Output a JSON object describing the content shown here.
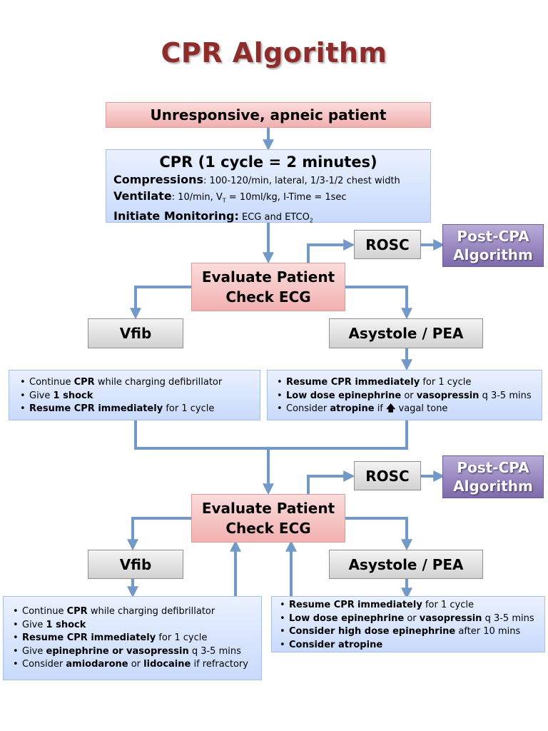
{
  "title": "CPR Algorithm",
  "start": "Unresponsive, apneic patient",
  "cpr": {
    "heading": "CPR (1 cycle = 2 minutes)",
    "lines": [
      {
        "label": "Compressions",
        "text": ": 100-120/min, lateral, 1/3-1/2 chest width"
      },
      {
        "label": "Ventilate",
        "text": ": 10/min, V",
        "sub": "T",
        "text2": " = 10ml/kg, I-Time = 1sec"
      },
      {
        "label": "Initiate Monitoring:",
        "text": " ECG and ETCO",
        "sub": "2"
      }
    ]
  },
  "rosc": "ROSC",
  "post_cpa": [
    "Post-CPA",
    "Algorithm"
  ],
  "evaluate": [
    "Evaluate Patient",
    "Check ECG"
  ],
  "vfib": "Vfib",
  "asystole": "Asystole / PEA",
  "first_cycle": {
    "vfib_steps": [
      [
        {
          "t": "Continue "
        },
        {
          "t": "CPR",
          "b": true
        },
        {
          "t": " while charging defibrillator"
        }
      ],
      [
        {
          "t": "Give "
        },
        {
          "t": "1 shock",
          "b": true
        }
      ],
      [
        {
          "t": "Resume CPR immediately",
          "b": true
        },
        {
          "t": " for 1 cycle"
        }
      ]
    ],
    "asystole_steps": [
      [
        {
          "t": "Resume CPR immediately",
          "b": true
        },
        {
          "t": " for 1 cycle"
        }
      ],
      [
        {
          "t": "Low dose epinephrine",
          "b": true
        },
        {
          "t": " or "
        },
        {
          "t": "vasopressin",
          "b": true
        },
        {
          "t": " q 3-5 mins"
        }
      ],
      [
        {
          "t": "Consider "
        },
        {
          "t": "atropine",
          "b": true
        },
        {
          "t": " if "
        },
        {
          "t": "🡅",
          "b": true
        },
        {
          "t": " vagal tone"
        }
      ]
    ]
  },
  "second_cycle": {
    "vfib_steps": [
      [
        {
          "t": "Continue "
        },
        {
          "t": "CPR",
          "b": true
        },
        {
          "t": " while charging defibrillator"
        }
      ],
      [
        {
          "t": "Give "
        },
        {
          "t": "1 shock",
          "b": true
        }
      ],
      [
        {
          "t": "Resume CPR immediately",
          "b": true
        },
        {
          "t": " for 1 cycle"
        }
      ],
      [
        {
          "t": "Give "
        },
        {
          "t": "epinephrine or vasopressin",
          "b": true
        },
        {
          "t": " q 3-5 mins"
        }
      ],
      [
        {
          "t": "Consider "
        },
        {
          "t": "amiodarone",
          "b": true
        },
        {
          "t": " or "
        },
        {
          "t": "lidocaine",
          "b": true
        },
        {
          "t": " if refractory"
        }
      ]
    ],
    "asystole_steps": [
      [
        {
          "t": "Resume CPR",
          "b": true
        },
        {
          "t": " "
        },
        {
          "t": "immediately",
          "b": true
        },
        {
          "t": " for 1 cycle"
        }
      ],
      [
        {
          "t": "Low dose epinephrine",
          "b": true
        },
        {
          "t": " or "
        },
        {
          "t": "vasopressin",
          "b": true
        },
        {
          "t": " q 3-5 mins"
        }
      ],
      [
        {
          "t": "Consider high dose epinephrine",
          "b": true
        },
        {
          "t": " after 10 mins"
        }
      ],
      [
        {
          "t": "Consider atropine",
          "b": true
        }
      ]
    ]
  },
  "colors": {
    "title": "#8e2b2b",
    "arrow": "#7399c9",
    "pink": "#f2b0b0",
    "blue": "#c8dafb",
    "purple": "#7e6aab"
  }
}
